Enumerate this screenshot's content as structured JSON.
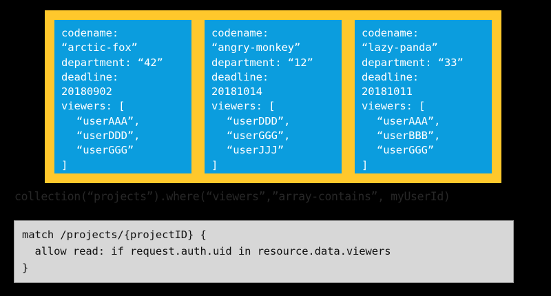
{
  "colors": {
    "background": "#000000",
    "collection_frame": "#FFC82C",
    "document_card": "#0B9DDE",
    "document_text": "#FFFFFF",
    "query_text": "#272727",
    "rules_box": "#D7D7D7",
    "rules_border": "#9A9A9A",
    "rules_text": "#111111"
  },
  "collection": {
    "name": "projects",
    "documents": [
      {
        "id": "document-arctic-fox",
        "lines": [
          {
            "text": "codename:",
            "indent": false
          },
          {
            "text": "“arctic-fox”",
            "indent": false
          },
          {
            "text": "department: “42”",
            "indent": false
          },
          {
            "text": "deadline:",
            "indent": false
          },
          {
            "text": "20180902",
            "indent": false
          },
          {
            "text": "viewers: [",
            "indent": false
          },
          {
            "text": "“userAAA”,",
            "indent": true
          },
          {
            "text": "“userDDD”,",
            "indent": true
          },
          {
            "text": "“userGGG”",
            "indent": true
          },
          {
            "text": "]",
            "indent": false
          }
        ],
        "fields": {
          "codename": "arctic-fox",
          "department": "42",
          "deadline": "20180902",
          "viewers": [
            "userAAA",
            "userDDD",
            "userGGG"
          ]
        }
      },
      {
        "id": "document-angry-monkey",
        "lines": [
          {
            "text": "codename:",
            "indent": false
          },
          {
            "text": "“angry-monkey”",
            "indent": false
          },
          {
            "text": "department: “12”",
            "indent": false
          },
          {
            "text": "deadline:",
            "indent": false
          },
          {
            "text": "20181014",
            "indent": false
          },
          {
            "text": "viewers: [",
            "indent": false
          },
          {
            "text": "“userDDD”,",
            "indent": true
          },
          {
            "text": "“userGGG”,",
            "indent": true
          },
          {
            "text": "“userJJJ”",
            "indent": true
          },
          {
            "text": "]",
            "indent": false
          }
        ],
        "fields": {
          "codename": "angry-monkey",
          "department": "12",
          "deadline": "20181014",
          "viewers": [
            "userDDD",
            "userGGG",
            "userJJJ"
          ]
        }
      },
      {
        "id": "document-lazy-panda",
        "lines": [
          {
            "text": "codename:",
            "indent": false
          },
          {
            "text": "“lazy-panda”",
            "indent": false
          },
          {
            "text": "department: “33”",
            "indent": false
          },
          {
            "text": "deadline:",
            "indent": false
          },
          {
            "text": "20181011",
            "indent": false
          },
          {
            "text": "viewers: [",
            "indent": false
          },
          {
            "text": "“userAAA”,",
            "indent": true
          },
          {
            "text": "“userBBB”,",
            "indent": true
          },
          {
            "text": "“userGGG”",
            "indent": true
          },
          {
            "text": "]",
            "indent": false
          }
        ],
        "fields": {
          "codename": "lazy-panda",
          "department": "33",
          "deadline": "20181011",
          "viewers": [
            "userAAA",
            "userBBB",
            "userGGG"
          ]
        }
      }
    ]
  },
  "query": {
    "text": "collection(“projects”).where(“viewers”,”array-contains”, myUserId)"
  },
  "rules": {
    "lines": [
      "match /projects/{projectID} {",
      "  allow read: if request.auth.uid in resource.data.viewers",
      "}"
    ]
  }
}
